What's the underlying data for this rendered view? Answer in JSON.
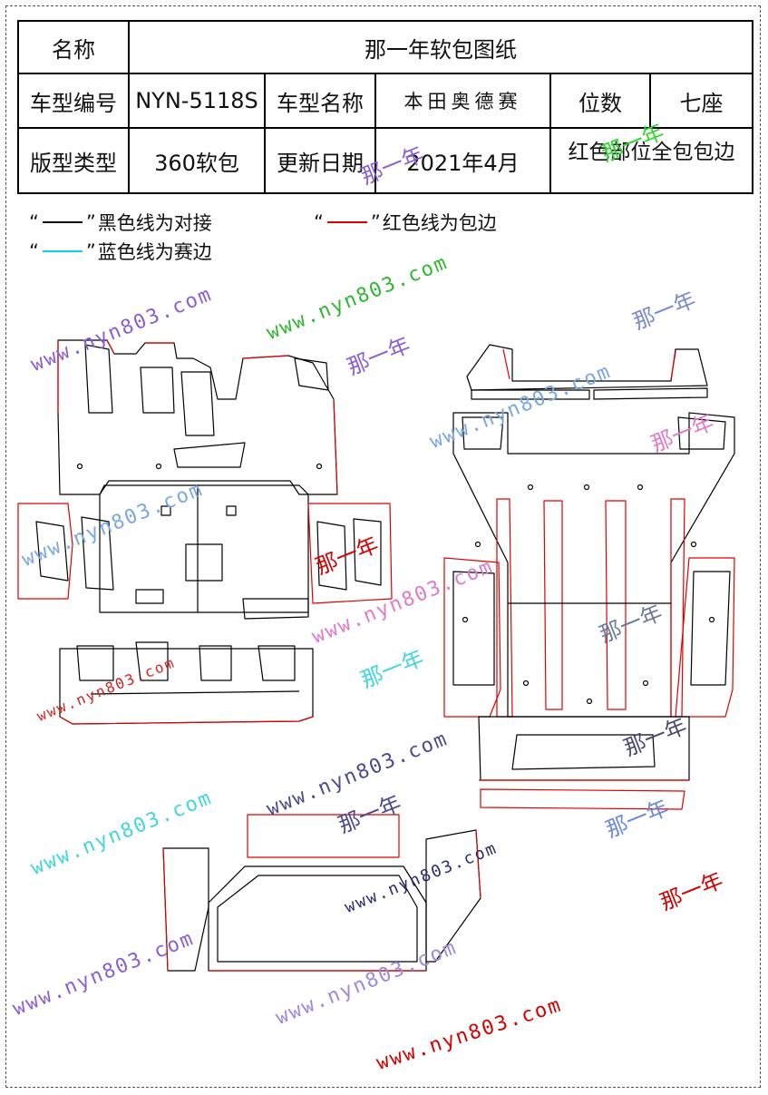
{
  "header": {
    "name_label": "名称",
    "name_value": "那一年软包图纸",
    "model_code_label": "车型编号",
    "model_code_value": "NYN-5118S",
    "model_name_label": "车型名称",
    "model_name_value": "本田奥德赛",
    "seats_label": "位数",
    "seats_value": "七座",
    "pattern_type_label": "版型类型",
    "pattern_type_value": "360软包",
    "update_date_label": "更新日期",
    "update_date_value": "2021年4月",
    "note": "红色部位全包包边"
  },
  "legend": {
    "black": {
      "open": "“",
      "close": "”",
      "text": "黑色线为对接",
      "color": "#000000"
    },
    "red": {
      "open": "“",
      "close": "”",
      "text": "红色线为包边",
      "color": "#e00000"
    },
    "blue": {
      "open": "“",
      "close": "”",
      "text": "蓝色线为赛边",
      "color": "#00d6e6"
    }
  },
  "watermarks": {
    "url": "www.nyn803.com",
    "brand": "那一年"
  },
  "colors": {
    "butt_joint": "#000000",
    "wrap_edge": "#e00000",
    "race_edge": "#00d6e6"
  }
}
